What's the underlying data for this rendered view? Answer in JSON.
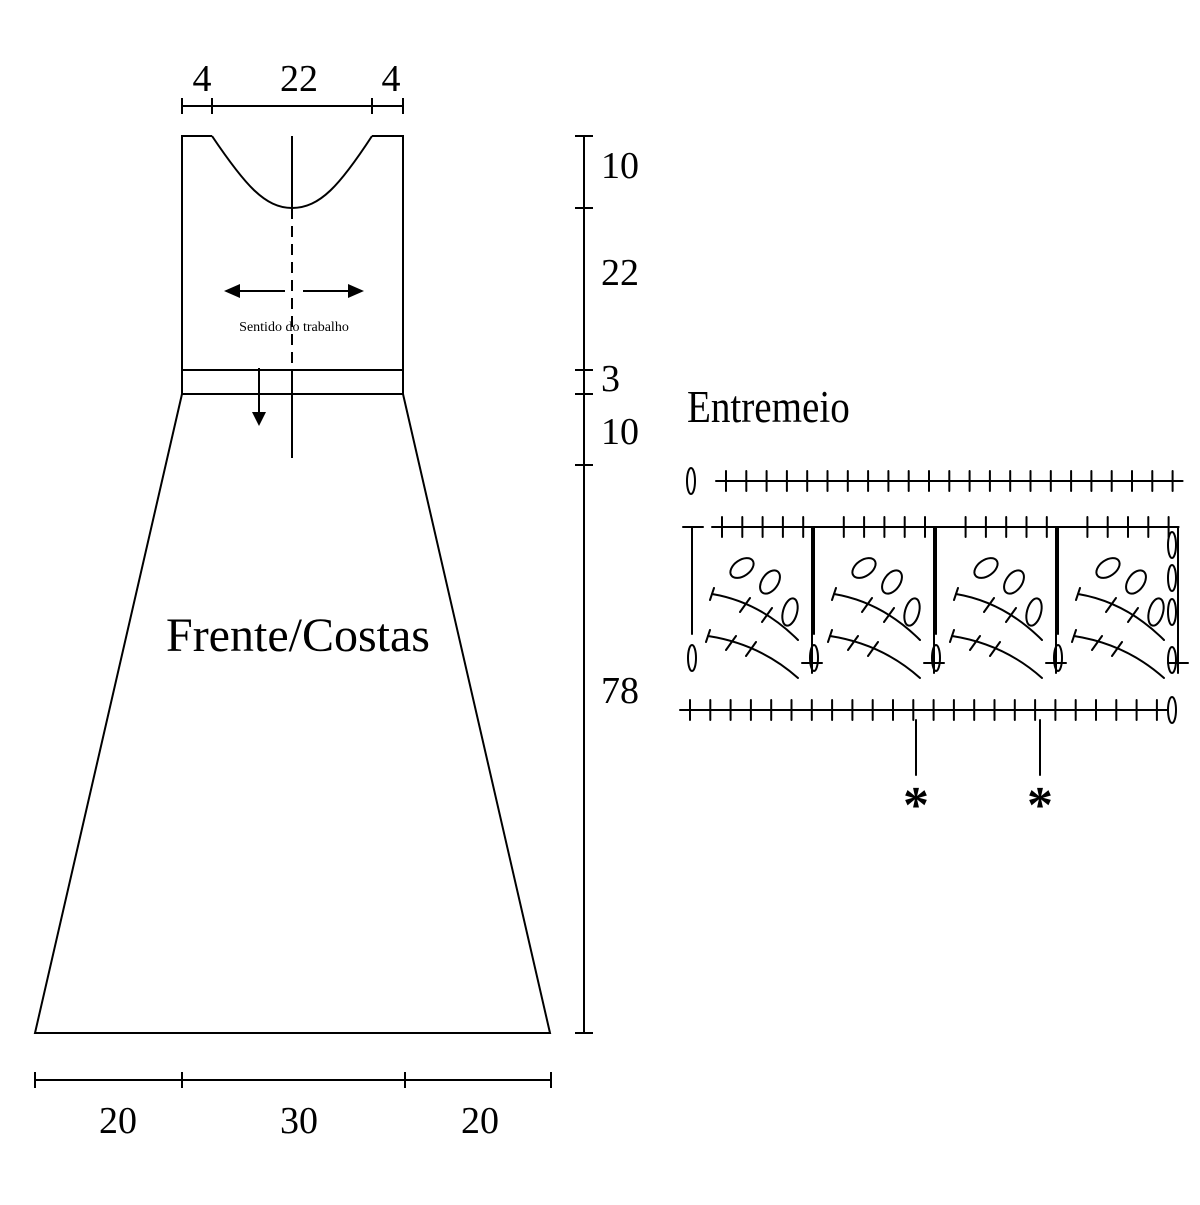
{
  "pattern": {
    "piece_label": "Frente/Costas",
    "work_direction_label": "Sentido do trabalho",
    "top_widths": [
      "4",
      "22",
      "4"
    ],
    "bottom_widths": [
      "20",
      "30",
      "20"
    ],
    "heights": [
      "10",
      "22",
      "3",
      "10",
      "78"
    ]
  },
  "stitch_chart": {
    "title": "Entremeio",
    "marker_symbol": "*",
    "repeat_count": 4,
    "marker_count": 2
  }
}
